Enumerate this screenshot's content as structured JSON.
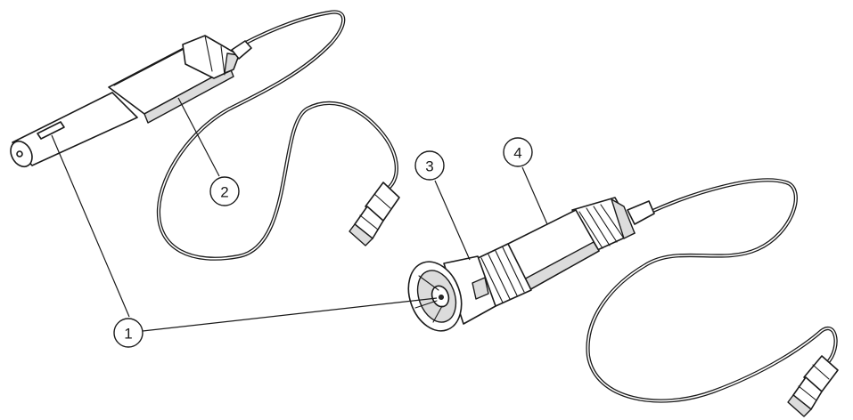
{
  "callouts": [
    {
      "id": "1",
      "label": "1"
    },
    {
      "id": "2",
      "label": "2"
    },
    {
      "id": "3",
      "label": "3"
    },
    {
      "id": "4",
      "label": "4"
    }
  ],
  "colors": {
    "line": "#1a1a1a",
    "background": "#ffffff",
    "shade": "#dcdcdc"
  }
}
